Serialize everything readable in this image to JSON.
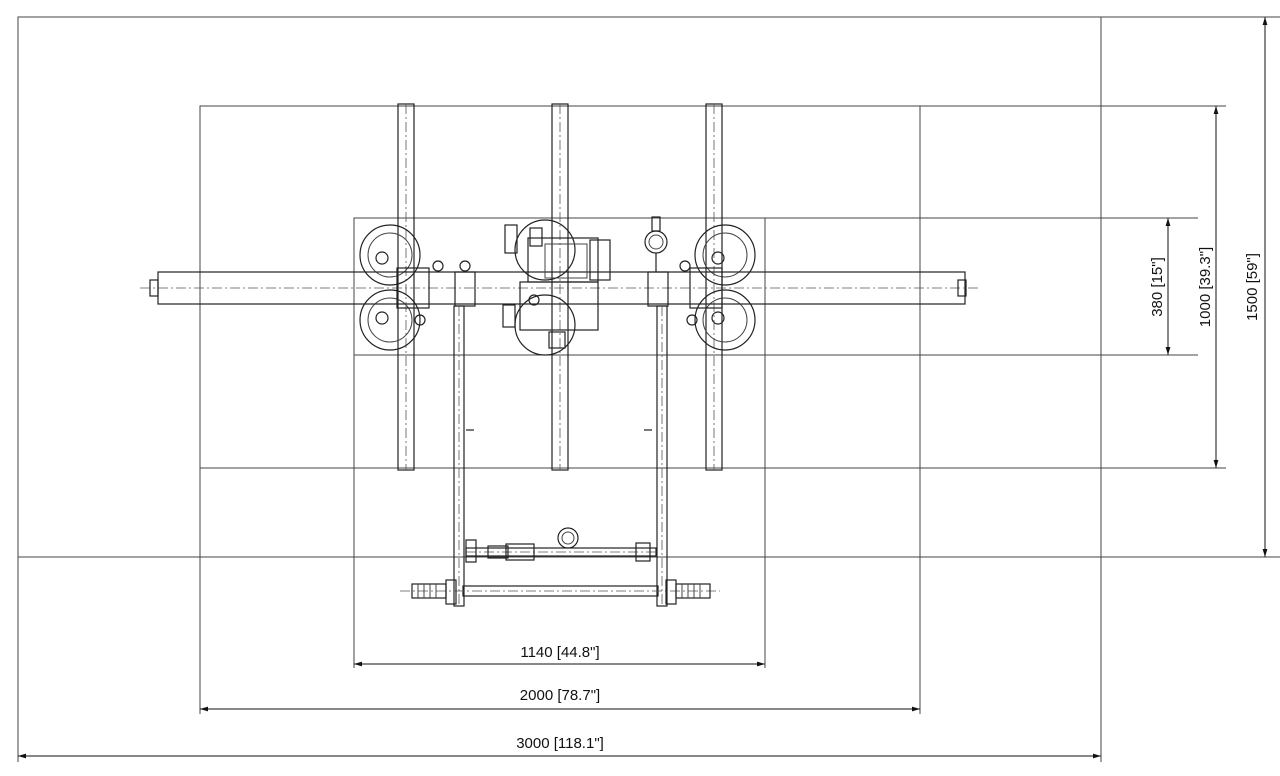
{
  "dimensions": {
    "w_1140": "1140 [44.8\"]",
    "w_2000": "2000 [78.7\"]",
    "w_3000": "3000 [118.1\"]",
    "h_380": "380 [15\"]",
    "h_1000": "1000 [39.3\"]",
    "h_1500": "1500 [59\"]"
  }
}
